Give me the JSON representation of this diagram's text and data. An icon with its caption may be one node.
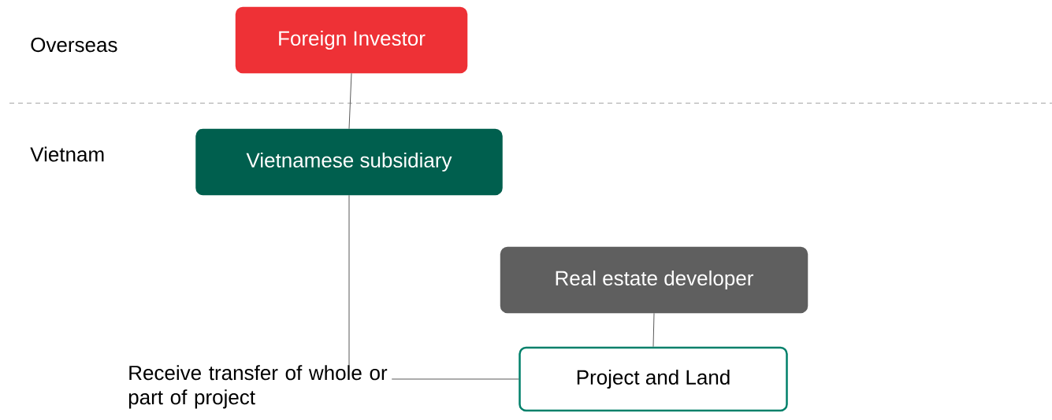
{
  "diagram": {
    "nodes": [
      {
        "text": [
          "Foreign Investor"
        ]
      },
      {
        "text": [
          "Vietnamese subsidiary"
        ]
      },
      {
        "text": [
          "Real estate developer"
        ]
      },
      {
        "text": [
          "Project and Land"
        ]
      }
    ],
    "edges": [
      {
        "from": 0,
        "to": 1,
        "arrow": "none"
      },
      {
        "from": 1,
        "to": 3,
        "arrow": "none",
        "label": "Receive transfer of whole or part of project"
      },
      {
        "from": 2,
        "to": 3,
        "arrow": "none"
      }
    ],
    "labels": [
      "Overseas",
      "Vietnam"
    ]
  }
}
